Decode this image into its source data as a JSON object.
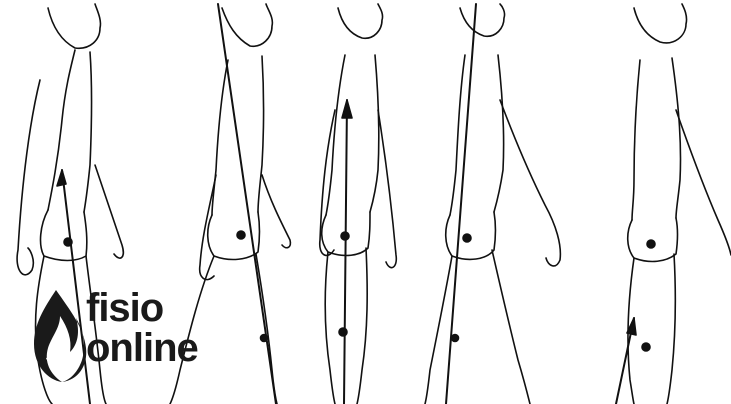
{
  "illustration": {
    "subject": "gait-cycle-figures",
    "figure_count": 5,
    "line_color": "#111111",
    "background": "#ffffff"
  },
  "logo": {
    "line1": "fisio",
    "line2": "online",
    "color": "#1a1a1a",
    "icon": "flame-icon"
  }
}
